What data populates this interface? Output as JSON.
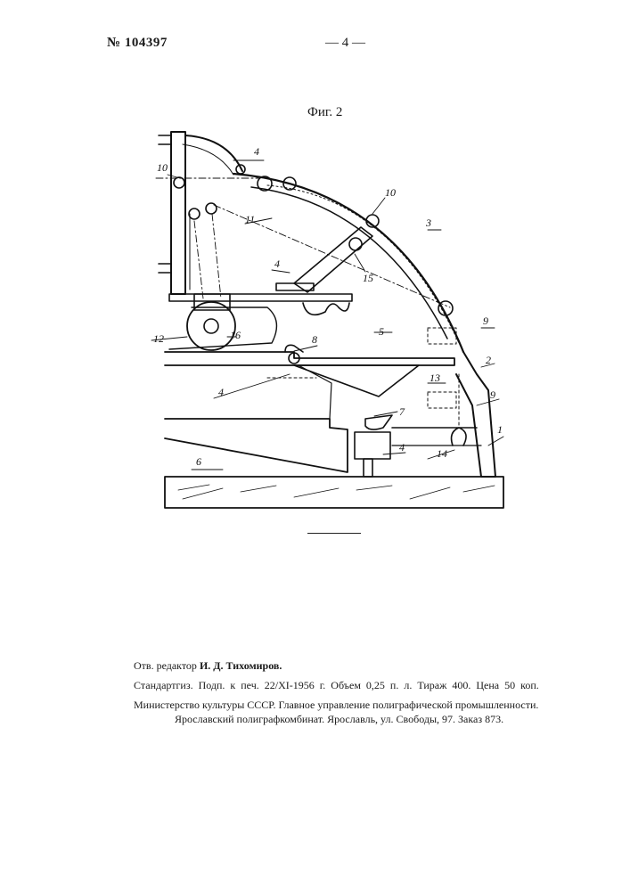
{
  "header": {
    "patent_number": "№ 104397",
    "page_number": "— 4 —"
  },
  "figure": {
    "title": "Фиг. 2",
    "labels": [
      "1",
      "2",
      "3",
      "4",
      "4",
      "4",
      "4",
      "5",
      "6",
      "7",
      "8",
      "9",
      "9",
      "10",
      "10",
      "11",
      "12",
      "13",
      "14",
      "15",
      "16"
    ]
  },
  "imprint": {
    "editor_prefix": "Отв. редактор",
    "editor_name": "И. Д. Тихомиров.",
    "line2": "Стандартгиз. Подп. к печ. 22/XI-1956 г. Объем 0,25 п. л. Тираж 400. Цена 50 коп.",
    "line3": "Министерство культуры СССР. Главное управление полиграфической промышленности.",
    "line4": "Ярославский полиграфкомбинат. Ярославль, ул. Свободы, 97. Заказ 873."
  }
}
